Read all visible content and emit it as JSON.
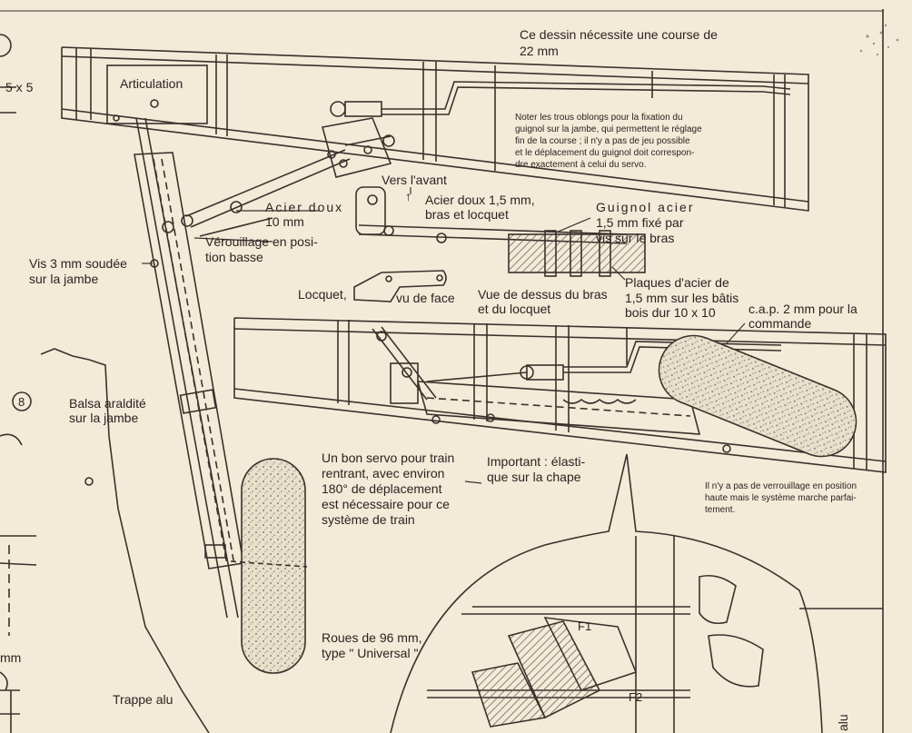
{
  "labels": {
    "top_note_l1": "Ce dessin nécessite une course de",
    "top_note_l2": "22 mm",
    "articulation": "Articulation",
    "dim_5x5": "5 x 5",
    "noter_l1": "Noter les trous oblongs pour la fixation du",
    "noter_l2": "guignol sur la jambe, qui permettent le réglage",
    "noter_l3": "fin de la course ; il n'y a pas de jeu possible",
    "noter_l4": "et le déplacement du guignol doit correspon-",
    "noter_l5": "dre exactement à celui du servo.",
    "vers_avant": "Vers l'avant",
    "arrow_up": "↑",
    "acier_15_l1": "Acier doux 1,5 mm,",
    "acier_15_l2": "bras et locquet",
    "acier_doux_l1": "Acier doux",
    "acier_doux_l2": "10 mm",
    "guignol_l1": "Guignol acier",
    "guignol_l2": "1,5 mm fixé par",
    "guignol_l3": "vis sur le bras",
    "verrouillage_l1": "Vérouillage en posi-",
    "verrouillage_l2": "tion basse",
    "vis_l1": "Vis 3 mm soudée",
    "vis_l2": "sur la jambe",
    "locquet": "Locquet,",
    "vu_de_face": "vu de face",
    "vue_dessus_l1": "Vue de dessus du bras",
    "vue_dessus_l2": "et du locquet",
    "plaques_l1": "Plaques d'acier de",
    "plaques_l2": "1,5 mm sur les bâtis",
    "plaques_l3": "bois dur 10 x 10",
    "cap_l1": "c.a.p. 2 mm pour la",
    "cap_l2": "commande",
    "balsa_l1": "Balsa araldité",
    "balsa_l2": "sur la jambe",
    "number_8": "8",
    "servo_l1": "Un bon servo pour train",
    "servo_l2": "rentrant, avec environ",
    "servo_l3": "180° de déplacement",
    "servo_l4": "est nécessaire pour ce",
    "servo_l5": "système de train",
    "important_l1": "Important : élasti-",
    "important_l2": "que sur la chape",
    "no_lock_l1": "Il n'y a pas de verrouillage en position",
    "no_lock_l2": "haute mais le système marche parfai-",
    "no_lock_l3": "tement.",
    "roues_l1": "Roues de 96 mm,",
    "roues_l2": "type \" Universal \"",
    "f1": "F1",
    "f2": "F2",
    "mm_left": "mm",
    "trappe": "Trappe alu",
    "alu_vertical": "alu"
  }
}
